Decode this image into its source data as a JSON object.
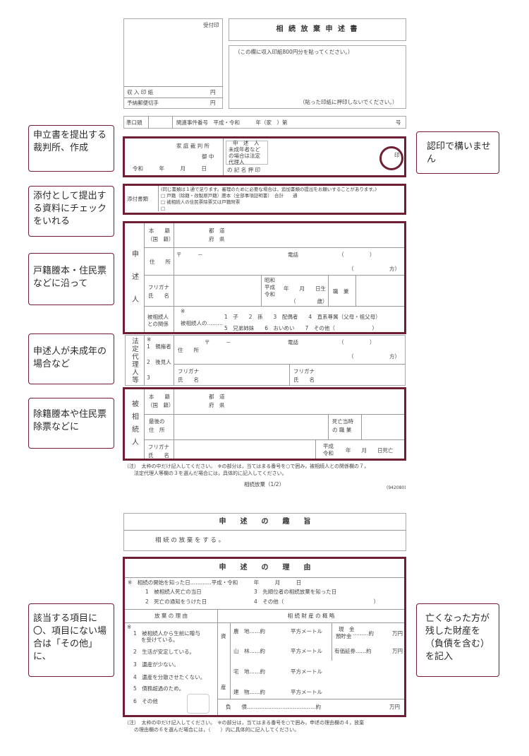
{
  "page1": {
    "receipt_stamp": "受付印",
    "title": "相 続 放 棄 申 述 書",
    "stamp_note": "（この欄に収入印紙800円分を貼ってください。）",
    "stamp_note2": "（貼った印紙に押印しないでください。）",
    "revenue_stamp": "収 入 印 紙",
    "postal_stamp": "予納郵便切手",
    "yen": "円",
    "pre_consult": "準口頭",
    "related_case": "関連事件番号　平成・令和　　　年（家　）第",
    "gou": "号",
    "court": "家 庭 裁 判 所",
    "gochu": "御 中",
    "date_era": "令和　　　年　　　月　　　日",
    "applicant_sign_a": "申　述　人",
    "applicant_sign_b": "未成年者など",
    "applicant_sign_c": "の場合は法定",
    "applicant_sign_d": "代理人",
    "applicant_sign_e": "の 記 名 押 印",
    "seal": "印",
    "attach_label": "添付書類",
    "attach_1": "(同じ書類は１通で足ります。審理のために必要な場合は，追加書類の提出をお願いすることがあります。)",
    "attach_2": "□ 戸籍（除籍・改製原戸籍）謄本（全部事項証明書）　合計　　通",
    "attach_3": "□ 被相続人の住民票除票又は戸籍附票",
    "attach_4": "□",
    "applicant_vertical": "申述人",
    "honseki": "本　　籍",
    "kokuseki": "（国　籍）",
    "todofuken_a": "都　道",
    "todofuken_b": "府　県",
    "jusho": "住　　所",
    "postal_mark": "〒　　　－",
    "phone": "電話",
    "paren_open": "（",
    "paren_close": "）",
    "kata": "方）",
    "furigana": "フリガナ",
    "shimei": "氏　　名",
    "birth_era_a": "昭和",
    "birth_era_b": "平成",
    "birth_era_c": "令和",
    "birth_ymd": "年　　月　　日生",
    "age": "（　　　　歳）",
    "occupation": "職　業",
    "relation_label_a": "被相続人",
    "relation_label_b": "との関係",
    "relation_note": "※",
    "relation_lead": "被相続人の………",
    "relation_row1": "1　子　　2　孫　　3　配偶者　　4　直系尊属（父母・祖父母）",
    "relation_row2": "5　兄弟姉妹　　6　おいめい　　7　その他（　　　　　　　）",
    "legal_vertical": "法定代理人等",
    "legal_1": "1　親権者",
    "legal_2": "2　後見人",
    "legal_3": "3",
    "deceased_vertical": "被相続人",
    "last_address_a": "最後の",
    "last_address_b": "住　所",
    "death_job_a": "死亡当時",
    "death_job_b": "の 職 業",
    "death_era_a": "平成",
    "death_era_b": "令和",
    "death_ymd": "年　　月　　日死亡",
    "note_1": "（注）　太枠の中だけ記入してください。　※の部分は，当てはまる番号を○で囲み，被相続人との関係欄の７，",
    "note_2": "法定代理人等欄の３を選んだ場合には，具体的に記入してください。",
    "footer": "相続放棄（1/2）",
    "form_no": "(942080)"
  },
  "page2": {
    "intent_title": "申　　述　　の　　趣　　旨",
    "intent_body": "相 続 の 放 棄 を す る 。",
    "reason_title": "申　　述　　の　　理　　由",
    "start_known": "※　相続の開始を知った日…………平成・令和　　　年　　　月　　　日",
    "known_1": "1　被相続人死亡の当日",
    "known_2": "2　死亡の通知をうけた日",
    "known_3": "3　先順位者の相続放棄を知った日",
    "known_4": "4　その他（　　　　　　　　　　　　　　　　　）",
    "renounce_title": "放 棄 の 理 由",
    "estate_title": "相 続 財 産 の 概 略",
    "reason_mark": "※",
    "reason_1a": "1　被相続人から生前に贈与",
    "reason_1b": "を受けている。",
    "reason_2": "2　生活が安定している。",
    "reason_3": "3　遺産が少ない。",
    "reason_4": "4　遺産を分散させたくない。",
    "reason_5": "5　債務超過のため。",
    "reason_6": "6　その他",
    "shi": "資",
    "san": "産",
    "estate_farm": "農　地……約",
    "estate_forest": "山　林……約",
    "estate_house": "宅　地……約",
    "estate_building": "建　物……約",
    "sqm": "平方メートル",
    "cash_a": "現　金",
    "cash_b": "預貯金",
    "cash_dots": "………約",
    "securities": "有価証券……約",
    "manyen": "万円",
    "debt": "負　　債…………………………………約",
    "note_1": "（注）　太枠の中だけ記入してください。　※の部分は，当てはまる番号を○で囲み，申述の理由欄の４，放棄",
    "note_2": "の理由欄の６を選んだ場合には，（　　）内に具体的に記入してください。"
  },
  "callouts": {
    "c1": "申立書を提出する裁判所、作成",
    "c2": "認印で構いません",
    "c3": "添付として提出する資料にチェックをいれる",
    "c4": "戸籍謄本・住民票などに沿って",
    "c5": "申述人が未成年の場合など",
    "c6": "除籍謄本や住民票除票などに",
    "c7": "該当する項目に〇、項目にない場合は「その他」に、",
    "c8": "亡くなった方が残した財産を（負債を含む）を記入"
  },
  "colors": {
    "accent": "#6e1f33"
  }
}
